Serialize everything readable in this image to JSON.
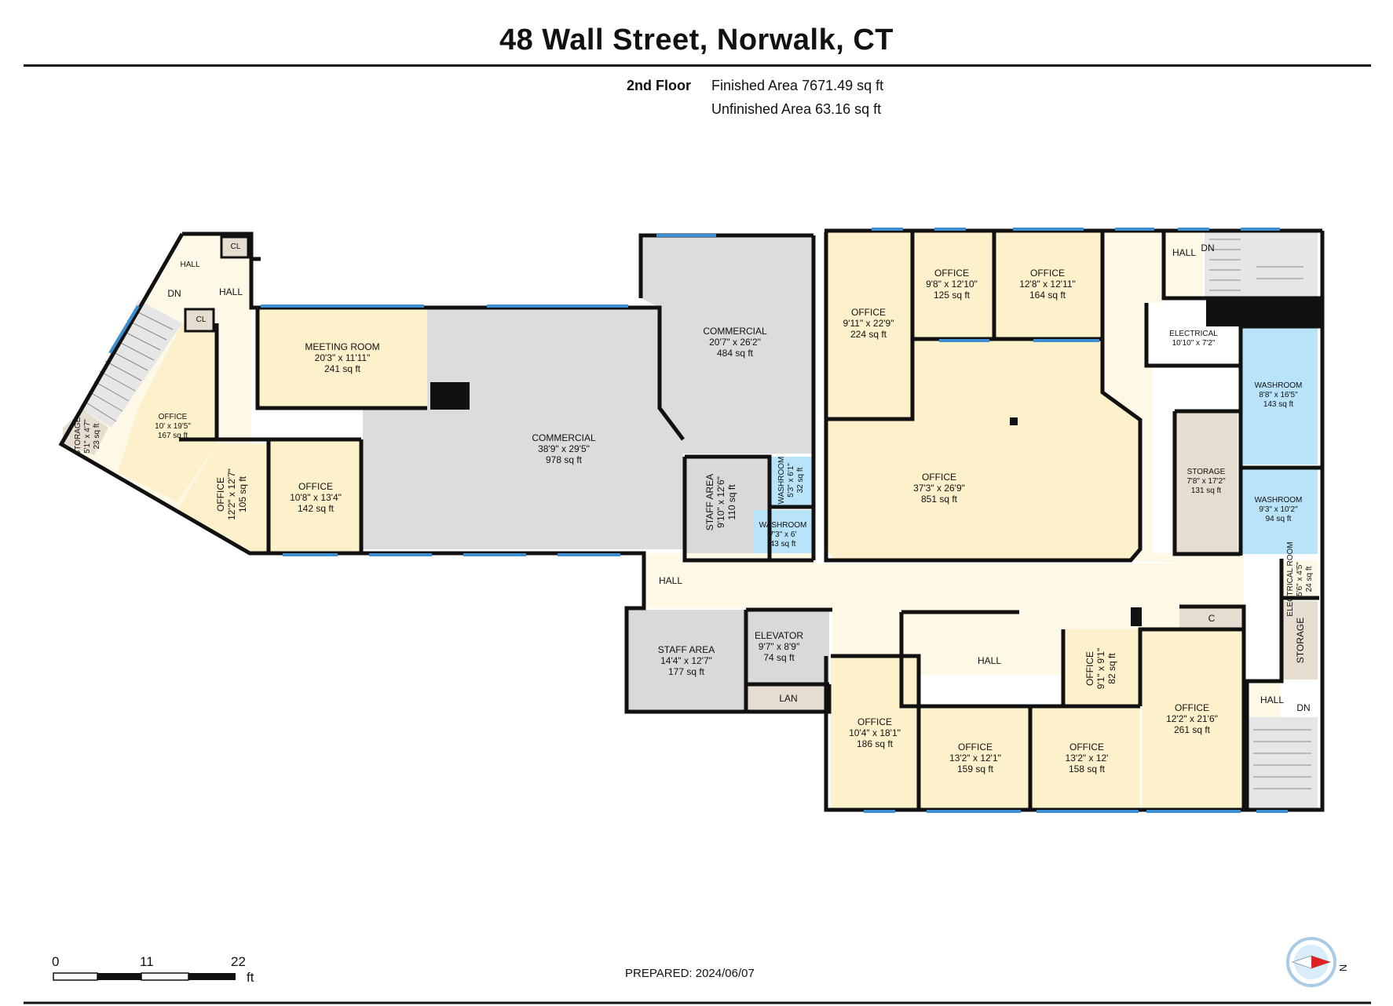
{
  "header": {
    "title": "48 Wall Street, Norwalk, CT",
    "floor": "2nd Floor",
    "finished": "Finished Area 7671.49 sq ft",
    "unfinished": "Unfinished Area 63.16 sq ft"
  },
  "rooms": {
    "hall_top_small": {
      "name": "HALL"
    },
    "cl_1": {
      "name": "CL"
    },
    "hall_left": {
      "name": "HALL"
    },
    "cl_2": {
      "name": "CL"
    },
    "dn_left": {
      "name": "DN"
    },
    "storage_left": {
      "name": "STORAGE",
      "dims": "5'1\" x 4'7\"",
      "area": "23 sq ft"
    },
    "office_left": {
      "name": "OFFICE",
      "dims": "10' x 19'5\"",
      "area": "167 sq ft"
    },
    "office_105": {
      "name": "OFFICE",
      "dims": "12'2\" x 12'7\"",
      "area": "105 sq ft"
    },
    "office_142": {
      "name": "OFFICE",
      "dims": "10'8\" x 13'4\"",
      "area": "142 sq ft"
    },
    "meeting": {
      "name": "MEETING ROOM",
      "dims": "20'3\" x 11'11\"",
      "area": "241 sq ft"
    },
    "commercial_978": {
      "name": "COMMERCIAL",
      "dims": "38'9\" x 29'5\"",
      "area": "978 sq ft"
    },
    "commercial_484": {
      "name": "COMMERCIAL",
      "dims": "20'7\" x 26'2\"",
      "area": "484 sq ft"
    },
    "staff_110": {
      "name": "STAFF AREA",
      "dims": "9'10\" x 12'6\"",
      "area": "110 sq ft"
    },
    "washroom_32": {
      "name": "WASHROOM",
      "dims": "5'3\" x 6'1\"",
      "area": "32 sq ft"
    },
    "washroom_43": {
      "name": "WASHROOM",
      "dims": "7'3\" x 6'",
      "area": "43 sq ft"
    },
    "hall_mid": {
      "name": "HALL"
    },
    "staff_177": {
      "name": "STAFF AREA",
      "dims": "14'4\" x 12'7\"",
      "area": "177 sq ft"
    },
    "elevator": {
      "name": "ELEVATOR",
      "dims": "9'7\" x 8'9\"",
      "area": "74 sq ft"
    },
    "lan": {
      "name": "LAN"
    },
    "office_224": {
      "name": "OFFICE",
      "dims": "9'11\" x 22'9\"",
      "area": "224 sq ft"
    },
    "office_125": {
      "name": "OFFICE",
      "dims": "9'8\" x 12'10\"",
      "area": "125 sq ft"
    },
    "office_164": {
      "name": "OFFICE",
      "dims": "12'8\" x 12'11\"",
      "area": "164 sq ft"
    },
    "office_851": {
      "name": "OFFICE",
      "dims": "37'3\" x 26'9\"",
      "area": "851 sq ft"
    },
    "hall_top_right": {
      "name": "HALL"
    },
    "dn_top_right": {
      "name": "DN"
    },
    "electrical_top": {
      "name": "ELECTRICAL",
      "dims": "10'10\" x 7'2\""
    },
    "washroom_143": {
      "name": "WASHROOM",
      "dims": "8'8\" x 16'5\"",
      "area": "143 sq ft"
    },
    "storage_131": {
      "name": "STORAGE",
      "dims": "7'8\" x 17'2\"",
      "area": "131 sq ft"
    },
    "washroom_94": {
      "name": "WASHROOM",
      "dims": "9'3\" x 10'2\"",
      "area": "94 sq ft"
    },
    "electrical_room": {
      "name": "ELECTRICAL ROOM",
      "dims": "5'6\" x 4'5\"",
      "area": "24 sq ft"
    },
    "storage_right": {
      "name": "STORAGE"
    },
    "hall_bottom": {
      "name": "HALL"
    },
    "c_closet": {
      "name": "C"
    },
    "office_82": {
      "name": "OFFICE",
      "dims": "9'1\" x 9'1\"",
      "area": "82 sq ft"
    },
    "office_186": {
      "name": "OFFICE",
      "dims": "10'4\" x 18'1\"",
      "area": "186 sq ft"
    },
    "office_159": {
      "name": "OFFICE",
      "dims": "13'2\" x 12'1\"",
      "area": "159 sq ft"
    },
    "office_158": {
      "name": "OFFICE",
      "dims": "13'2\" x 12'",
      "area": "158 sq ft"
    },
    "office_261": {
      "name": "OFFICE",
      "dims": "12'2\" x 21'6\"",
      "area": "261 sq ft"
    },
    "hall_br": {
      "name": "HALL"
    },
    "dn_br": {
      "name": "DN"
    }
  },
  "scale": {
    "t0": "0",
    "t1": "11",
    "t2": "22",
    "unit": "ft"
  },
  "prepared": "PREPARED: 2024/06/07",
  "compass": {
    "label": "N"
  },
  "colors": {
    "office": "#fdf1cc",
    "hall": "#fdf9e6",
    "commercial": "#dcdcdc",
    "staff": "#d9d9d9",
    "washroom": "#b9e3f9",
    "storage": "#e5ddd0",
    "wall": "#111111",
    "window": "#3d8fd1"
  }
}
